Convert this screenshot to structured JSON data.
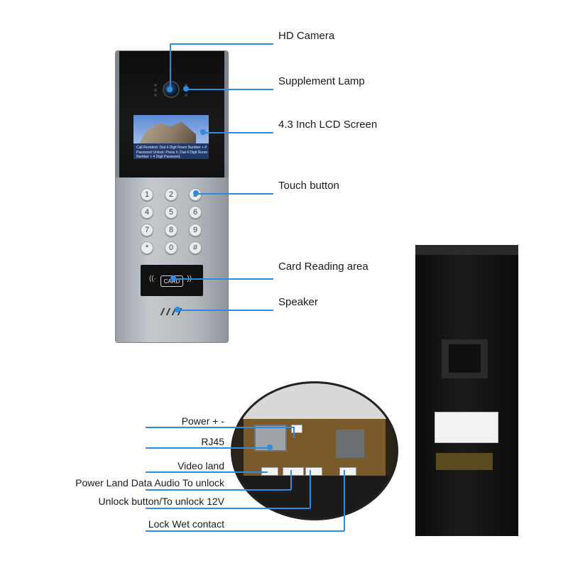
{
  "callouts_top": {
    "hd_camera": "HD Camera",
    "supplement_lamp": "Supplement Lamp",
    "lcd_screen": "4.3 Inch LCD Screen",
    "touch_button": "Touch button",
    "card_reading": "Card Reading area",
    "speaker": "Speaker"
  },
  "lcd": {
    "line1": "Call Resident: Dial 4 Digit Room Number + #",
    "line2": "Password Unlock: Press #, Dial 4 Digit Room",
    "line3": "Number + 4 Digit Password."
  },
  "keypad": [
    "1",
    "2",
    "3",
    "4",
    "5",
    "6",
    "7",
    "8",
    "9",
    "*",
    "0",
    "#"
  ],
  "reader_label": "CARD",
  "callouts_bottom": {
    "power": "Power + -",
    "rj45": "RJ45",
    "video": "Video land",
    "power_land": "Power Land Data Audio To unlock",
    "unlock_button": "Unlock button/To unlock 12V",
    "lock_contact": "Lock Wet contact"
  },
  "accent_color": "#2f8be0"
}
